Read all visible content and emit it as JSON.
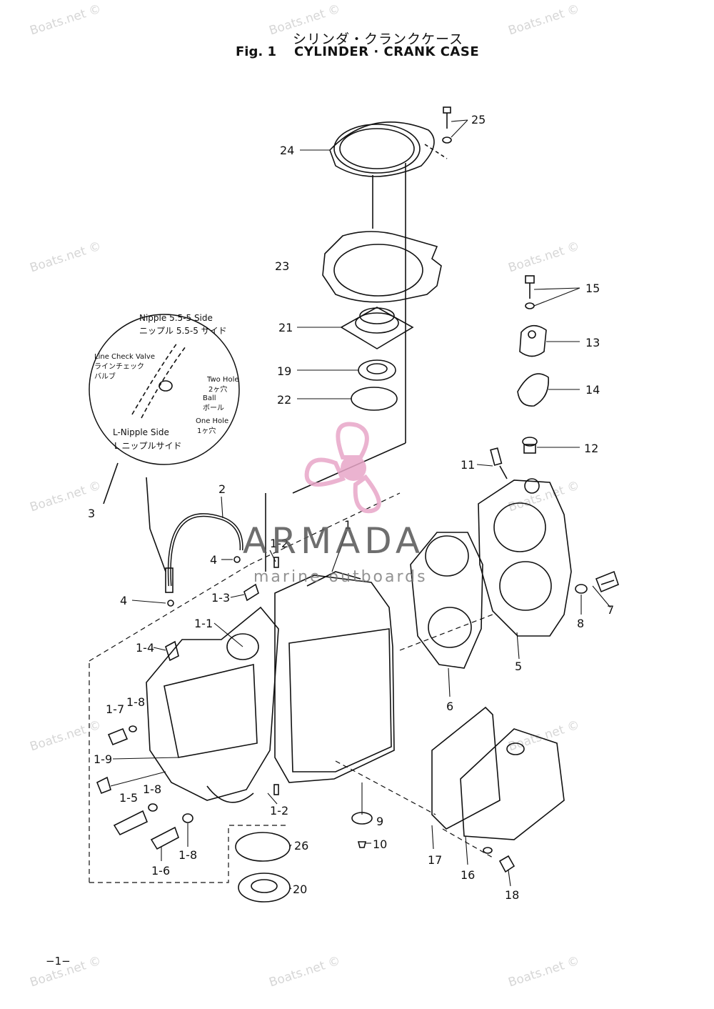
{
  "header": {
    "title_jp": "シリンダ・クランクケース",
    "fig_label": "Fig. 1",
    "title_en": "CYLINDER · CRANK CASE"
  },
  "detail_view": {
    "nipple_side": "Nipple 5.5-5 Side",
    "nipple_side_jp": "ニップル 5.5-5 サイド",
    "line_check_valve": "Line Check Valve",
    "line_check_valve_jp_1": "ラインチェック",
    "line_check_valve_jp_2": "バルブ",
    "two_hole": "Two Hole",
    "two_hole_jp": "2ヶ穴",
    "ball": "Ball",
    "ball_jp": "ボール",
    "one_hole": "One Hole",
    "one_hole_jp": "1ヶ穴",
    "l_nipple_side": "L-Nipple Side",
    "l_nipple_side_jp": "L ニップルサイド"
  },
  "callouts": [
    "25",
    "24",
    "23",
    "21",
    "19",
    "22",
    "15",
    "13",
    "14",
    "12",
    "11",
    "3",
    "2",
    "1",
    "4",
    "1-2",
    "1-3",
    "4",
    "1-1",
    "1-4",
    "1-7",
    "1-8",
    "1-9",
    "1-5",
    "1-8",
    "1-6",
    "1-8",
    "1-2",
    "7",
    "8",
    "5",
    "6",
    "9",
    "10",
    "26",
    "20",
    "17",
    "16",
    "18"
  ],
  "watermark_text": "Boats.net ©",
  "brand": {
    "name": "ARMADA",
    "tagline": "marine outboards",
    "color": "#e8a6c8"
  },
  "page_number": "−1−"
}
